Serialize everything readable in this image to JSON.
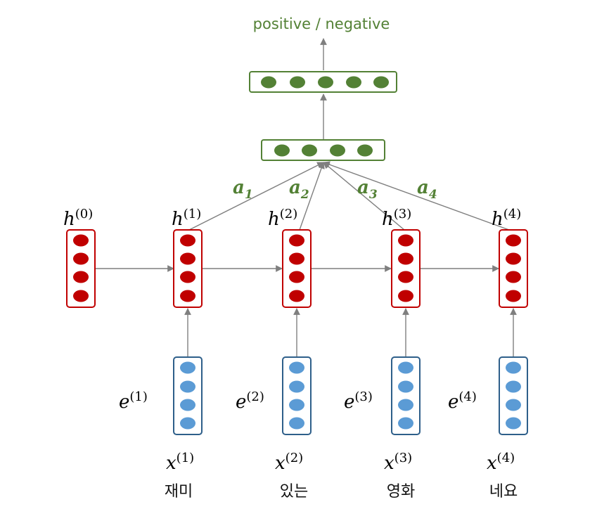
{
  "output_label": "positive / negative",
  "attention": [
    {
      "sym": "a",
      "sub": "1"
    },
    {
      "sym": "a",
      "sub": "2"
    },
    {
      "sym": "a",
      "sub": "3"
    },
    {
      "sym": "a",
      "sub": "4"
    }
  ],
  "hidden": [
    {
      "sym": "h",
      "sup": "(0)"
    },
    {
      "sym": "h",
      "sup": "(1)"
    },
    {
      "sym": "h",
      "sup": "(2)"
    },
    {
      "sym": "h",
      "sup": "(3)"
    },
    {
      "sym": "h",
      "sup": "(4)"
    }
  ],
  "embedding": [
    {
      "sym": "e",
      "sup": "(1)"
    },
    {
      "sym": "e",
      "sup": "(2)"
    },
    {
      "sym": "e",
      "sup": "(3)"
    },
    {
      "sym": "e",
      "sup": "(4)"
    }
  ],
  "inputs": [
    {
      "sym": "x",
      "sup": "(1)",
      "word": "재미"
    },
    {
      "sym": "x",
      "sup": "(2)",
      "word": "있는"
    },
    {
      "sym": "x",
      "sup": "(3)",
      "word": "영화"
    },
    {
      "sym": "x",
      "sup": "(4)",
      "word": "네요"
    }
  ],
  "colors": {
    "hidden_node": "#c00000",
    "embedding_node": "#5b9bd5",
    "embedding_border": "#2e5f8a",
    "output_node": "#538135",
    "arrow": "#7f7f7f"
  }
}
